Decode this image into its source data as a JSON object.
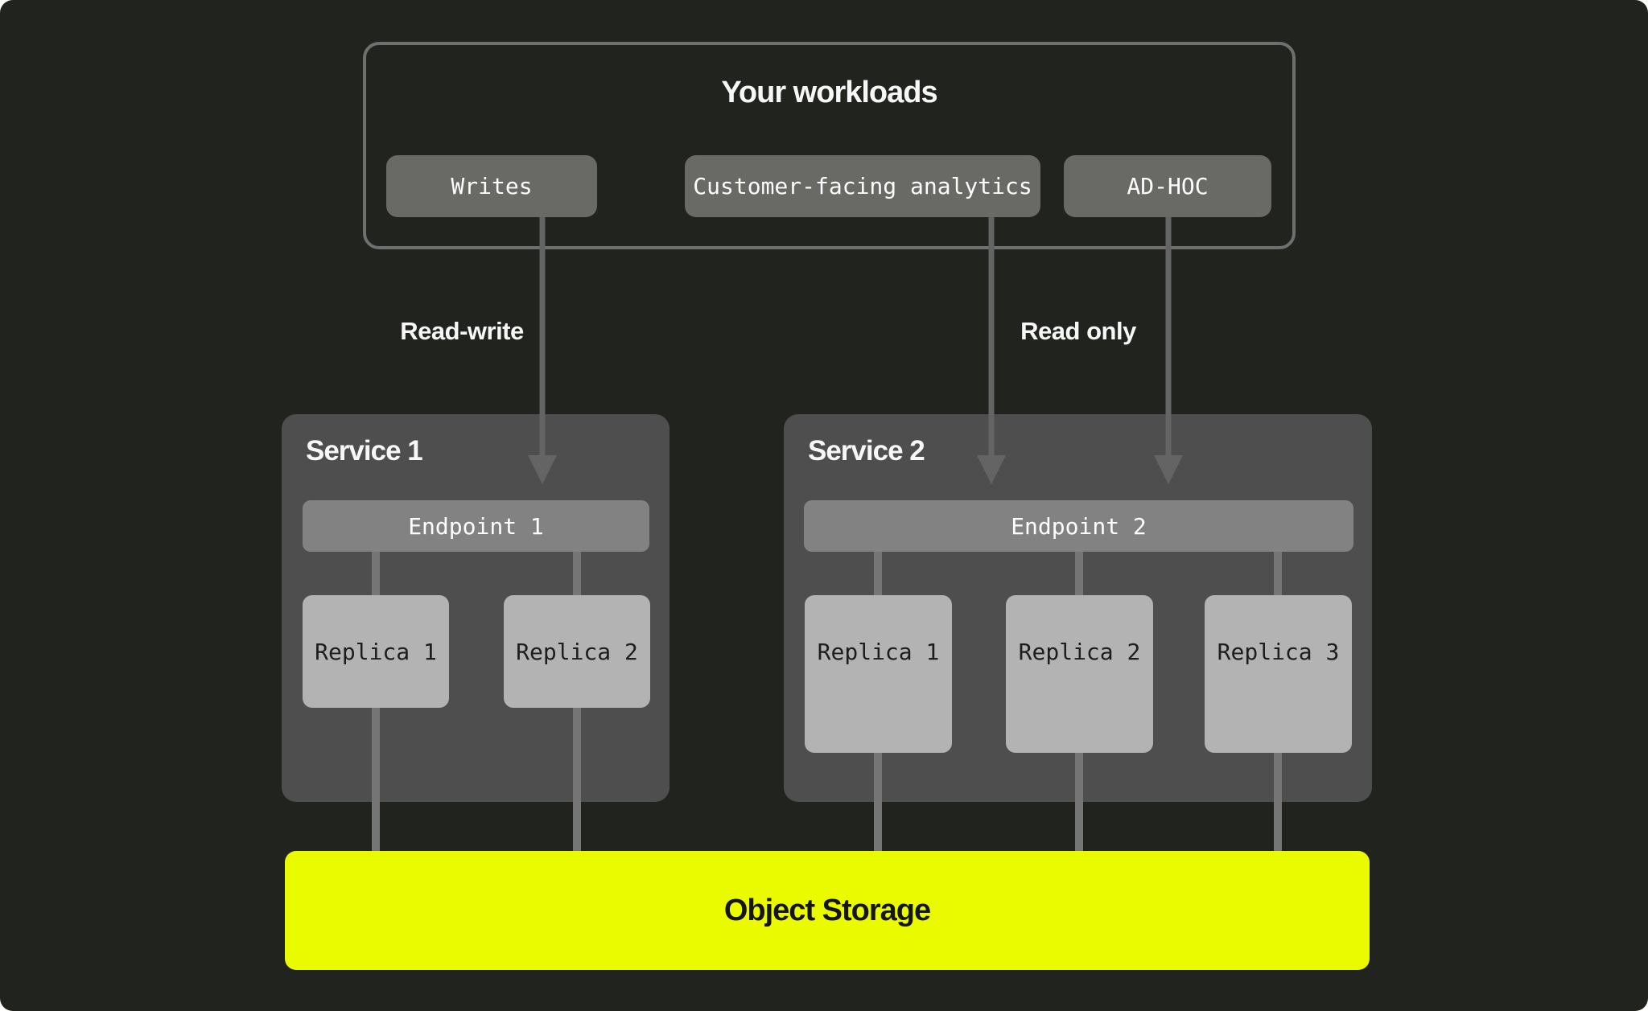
{
  "colors": {
    "background": "#21231e",
    "service_panel": "#4e4e4e",
    "endpoint_bar": "#828282",
    "replica_box": "#b3b3b3",
    "workload_chip": "#696966",
    "workloads_border": "#6f6f6f",
    "connector_line": "#757575",
    "arrow_line": "#646464",
    "storage_accent": "#eafb00",
    "text_light": "#f7f7f7",
    "text_dark": "#1d1d1b"
  },
  "workloads": {
    "title": "Your workloads",
    "buttons": [
      {
        "label": "Writes"
      },
      {
        "label": "Customer-facing analytics"
      },
      {
        "label": "AD-HOC"
      }
    ]
  },
  "edges": {
    "read_write_label": "Read-write",
    "read_only_label": "Read only"
  },
  "services": [
    {
      "title": "Service 1",
      "endpoint": "Endpoint 1",
      "replicas": [
        "Replica 1",
        "Replica 2"
      ]
    },
    {
      "title": "Service 2",
      "endpoint": "Endpoint 2",
      "replicas": [
        "Replica 1",
        "Replica 2",
        "Replica 3"
      ]
    }
  ],
  "storage": {
    "label": "Object Storage"
  }
}
